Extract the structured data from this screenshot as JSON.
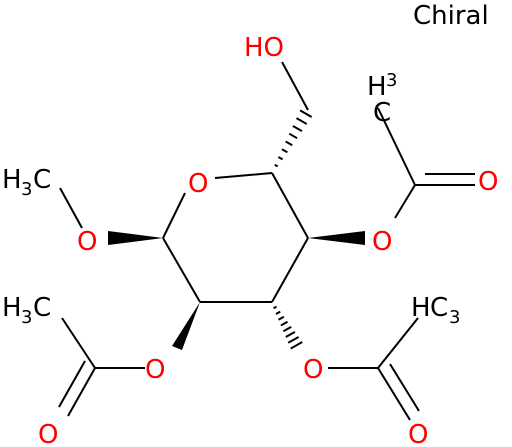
{
  "tag": "Chiral",
  "colors": {
    "bond": "#000000",
    "oxygen": "#ff0000",
    "carbon": "#000000"
  },
  "atoms": {
    "ring_o": "O",
    "hydroxyl": "HO",
    "methoxy_o": "O",
    "methyl_h": "H",
    "methyl_c": "C",
    "methyl_sub": "3",
    "ester_o_c4": "O",
    "carbonyl_o_c4": "O",
    "acetyl_top_h": "H",
    "acetyl_top_sub": "3",
    "acetyl_top_c": "C",
    "ester_o_c3": "O",
    "carbonyl_o_c3": "O",
    "acetyl_right_h": "H",
    "acetyl_right_c": "C",
    "acetyl_right_sub": "3",
    "ester_o_c2": "O",
    "carbonyl_o_c2": "O",
    "acetyl_left_h": "H",
    "acetyl_left_c": "C",
    "acetyl_left_sub": "3"
  }
}
